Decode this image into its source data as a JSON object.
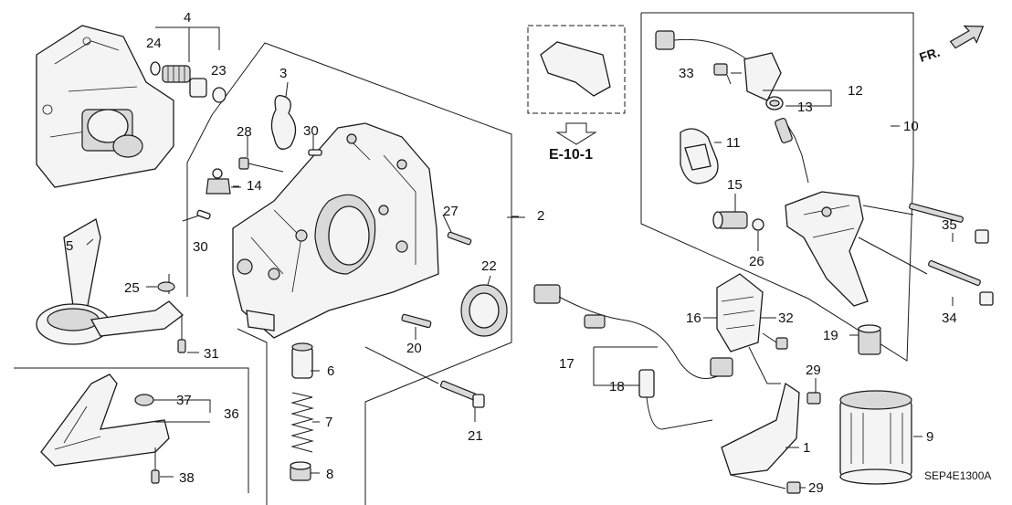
{
  "diagram": {
    "part_numbers": {
      "p1": "1",
      "p2": "2",
      "p3": "3",
      "p4": "4",
      "p5": "5",
      "p6": "6",
      "p7": "7",
      "p8": "8",
      "p9": "9",
      "p10": "10",
      "p11": "11",
      "p12": "12",
      "p13": "13",
      "p14": "14",
      "p15": "15",
      "p16": "16",
      "p17": "17",
      "p18": "18",
      "p19": "19",
      "p20": "20",
      "p21": "21",
      "p22": "22",
      "p23": "23",
      "p24": "24",
      "p25": "25",
      "p26": "26",
      "p27": "27",
      "p28": "28",
      "p29a": "29",
      "p29b": "29",
      "p30a": "30",
      "p30b": "30",
      "p31": "31",
      "p32": "32",
      "p33": "33",
      "p34": "34",
      "p35": "35",
      "p36": "36",
      "p37": "37",
      "p38": "38"
    },
    "reference": "E-10-1",
    "front_label": "FR.",
    "drawing_code": "SEP4E1300A",
    "colors": {
      "line": "#1a1a1a",
      "fill": "#f4f4f4",
      "shade": "#d9d9d9"
    }
  }
}
